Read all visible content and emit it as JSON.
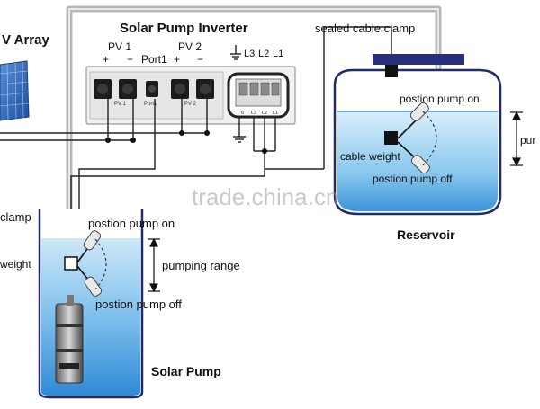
{
  "title": "Solar Pump Inverter",
  "array_label": "V Array",
  "inverter": {
    "pv1": "PV 1",
    "pv2": "PV 2",
    "port1": "Port1",
    "plus1": "+",
    "minus1": "−",
    "plus2": "+",
    "minus2": "−",
    "l3": "L3",
    "l2": "L2",
    "l1": "L1",
    "term_pv1": "PV 1",
    "term_port1": "Port1",
    "term_pv2": "PV 2",
    "tb_labels": [
      "6",
      "L3",
      "L2",
      "L1"
    ]
  },
  "sealed_clamp": "sealed cable clamp",
  "reservoir": {
    "name": "Reservoir",
    "pump_on": "postion pump on",
    "pump_off": "postion pump off",
    "cable_weight": "cable weight",
    "range_short": "pur"
  },
  "well": {
    "clamp": "clamp",
    "weight": "weight",
    "pump_on": "postion pump on",
    "pump_off": "postion pump off",
    "range": "pumping range",
    "name": "Solar Pump"
  },
  "watermark": "trade.china.cn",
  "colors": {
    "water": "#4aa3e0",
    "water_light": "#d6ebf9",
    "outline": "#1f2b6b",
    "pipe": "#b9b9b9",
    "wire": "#222222"
  }
}
